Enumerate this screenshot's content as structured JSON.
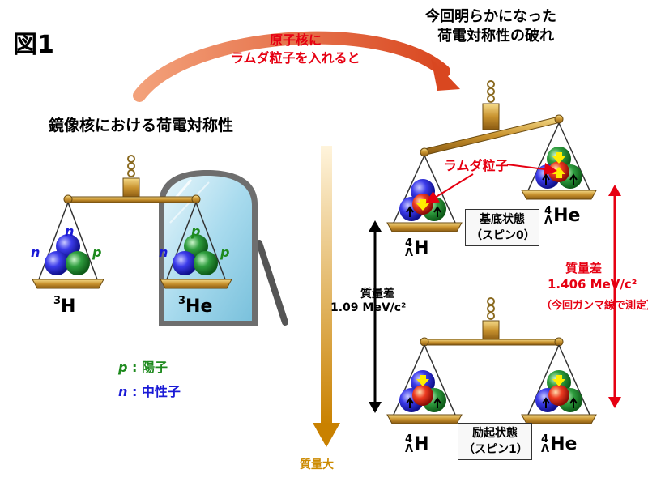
{
  "figure_label": "図1",
  "left_title": "鏡像核における荷電対称性",
  "right_title_line1": "今回明らかになった",
  "right_title_line2": "荷電対称性の破れ",
  "arrow_label_line1": "原子核に",
  "arrow_label_line2": "ラムダ粒子を入れると",
  "left_scale": {
    "left_pan_isotope": {
      "mass": "3",
      "symbol": "H"
    },
    "right_pan_isotope": {
      "mass": "3",
      "symbol": "He"
    },
    "left_pan_labels": {
      "top": "n",
      "left": "n",
      "right": "p"
    },
    "right_pan_labels": {
      "top": "p",
      "left": "n",
      "right": "p"
    }
  },
  "legend": {
    "p_symbol": "p",
    "p_text": " : 陽子",
    "n_symbol": "n",
    "n_text": " : 中性子"
  },
  "mass_axis_label": "質量大",
  "lambda_particle_label": "ラムダ粒子",
  "ground_state": {
    "line1": "基底状態",
    "line2": "（スピン0）"
  },
  "excited_state": {
    "line1": "励起状態",
    "line2": "（スピン1）"
  },
  "hyper_isotopes": {
    "mass": "4",
    "sub": "Λ",
    "h_symbol": "H",
    "he_symbol": "He"
  },
  "mass_diff_left": {
    "line1": "質量差",
    "line2": "1.09 MeV/c²"
  },
  "mass_diff_right": {
    "line1": "質量差",
    "line2": "1.406 MeV/c²",
    "line3": "（今回ガンマ線で測定）"
  },
  "colors": {
    "proton": "#2e9e3e",
    "neutron": "#3a3adf",
    "lambda": "#e83020",
    "accent_red": "#e60012",
    "gold": "#d7a640",
    "mirror": "#b9e3f2"
  }
}
